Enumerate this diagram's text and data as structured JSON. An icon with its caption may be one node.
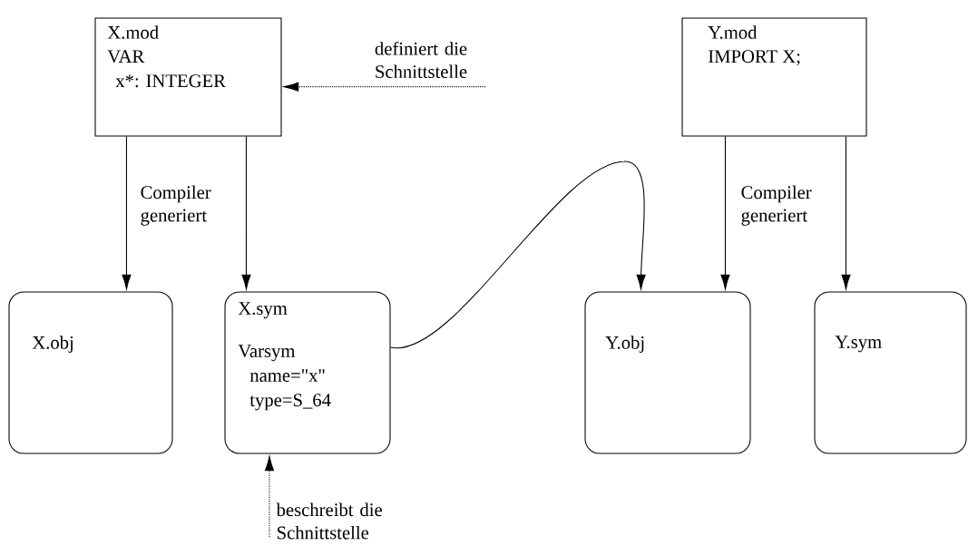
{
  "diagram": {
    "nodes": [
      {
        "text": [
          "X.mod",
          "VAR",
          "x*: INTEGER"
        ]
      },
      {
        "text": [
          "Y.mod",
          "IMPORT X;"
        ]
      },
      {
        "text": [
          "X.obj"
        ]
      },
      {
        "text": [
          "X.sym",
          "Varsym",
          "name=\"x\"",
          "type=S_64"
        ]
      },
      {
        "text": [
          "Y.obj"
        ]
      },
      {
        "text": [
          "Y.sym"
        ]
      },
      {
        "text": [
          "definiert die Schnittstelle"
        ]
      },
      {
        "text": [
          "beschreibt die Schnittstelle"
        ]
      }
    ],
    "edges": [
      {
        "from": 0,
        "to": 2,
        "arrow": "to",
        "label": "Compiler generiert"
      },
      {
        "from": 0,
        "to": 3,
        "arrow": "to"
      },
      {
        "from": 3,
        "to": 4,
        "arrow": "to"
      },
      {
        "from": 1,
        "to": 4,
        "arrow": "to",
        "label": "Compiler generiert"
      },
      {
        "from": 1,
        "to": 5,
        "arrow": "to"
      },
      {
        "from": 6,
        "to": 0,
        "arrow": "to",
        "style": "dashed"
      },
      {
        "from": 7,
        "to": 3,
        "arrow": "to",
        "style": "dashed"
      }
    ]
  }
}
